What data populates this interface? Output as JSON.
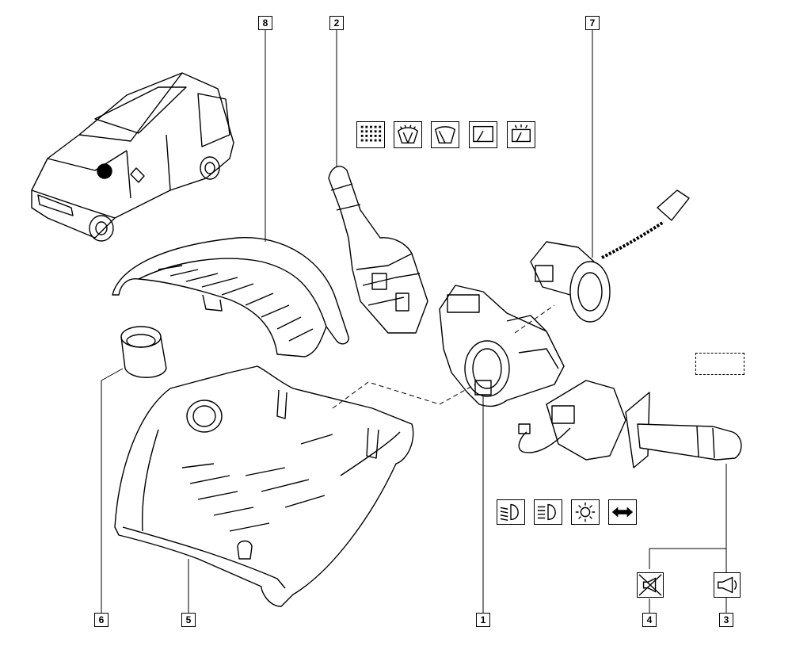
{
  "callouts": {
    "c1": "1",
    "c2": "2",
    "c3": "3",
    "c4": "4",
    "c5": "5",
    "c6": "6",
    "c7": "7",
    "c8": "8"
  },
  "symbols": {
    "wiper_row": [
      "rear-wiper-grid-icon",
      "front-wiper-wash-icon",
      "wiper-sweep-icon",
      "rear-wiper-icon",
      "screen-wash-icon"
    ],
    "light_row": [
      "dipped-beam-icon",
      "main-beam-icon",
      "sidelight-icon",
      "indicator-arrows-icon"
    ],
    "horn_row": [
      "horn-disabled-icon",
      "horn-icon"
    ]
  },
  "colors": {
    "line": "#000000",
    "background": "#ffffff"
  }
}
